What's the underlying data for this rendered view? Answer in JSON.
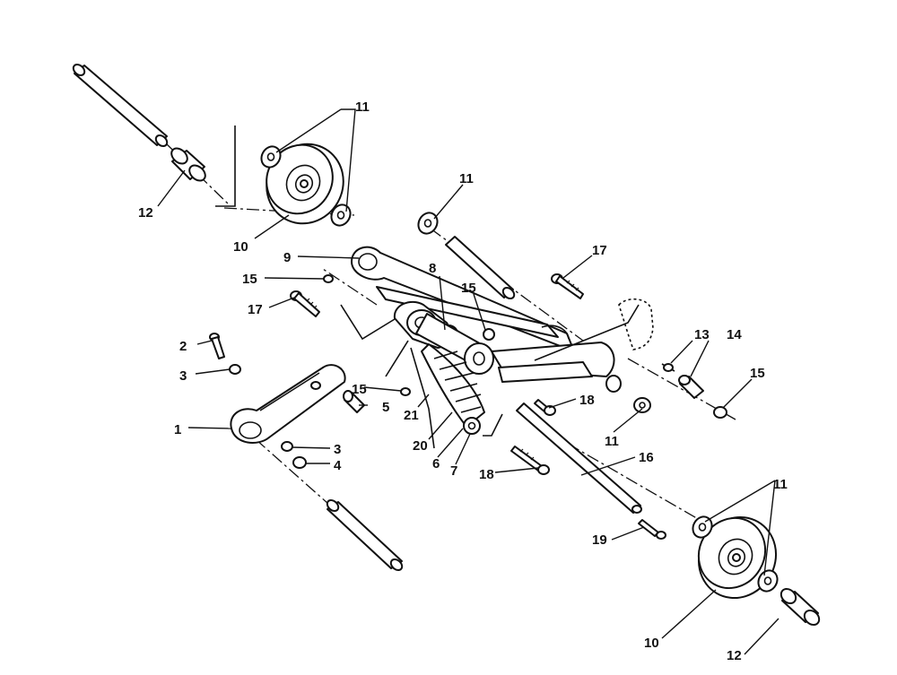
{
  "callouts": {
    "c1": "1",
    "c2": "2",
    "c3a": "3",
    "c3b": "3",
    "c4": "4",
    "c5": "5",
    "c6": "6",
    "c7": "7",
    "c8": "8",
    "c9": "9",
    "c10a": "10",
    "c10b": "10",
    "c11a": "11",
    "c11b": "11",
    "c11c": "11",
    "c11d": "11",
    "c12a": "12",
    "c12b": "12",
    "c13": "13",
    "c14": "14",
    "c15a": "15",
    "c15b": "15",
    "c15c": "15",
    "c15d": "15",
    "c16": "16",
    "c17a": "17",
    "c17b": "17",
    "c18a": "18",
    "c18b": "18",
    "c19": "19",
    "c20": "20",
    "c21": "21"
  }
}
